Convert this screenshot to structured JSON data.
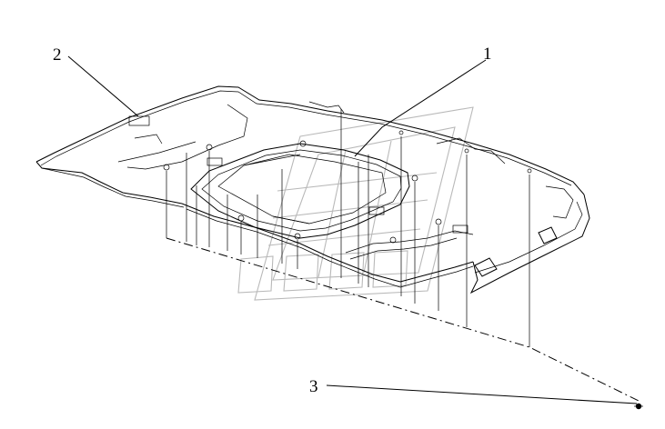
{
  "callouts": [
    {
      "id": "callout-1",
      "label": "1"
    },
    {
      "id": "callout-2",
      "label": "2"
    },
    {
      "id": "callout-3",
      "label": "3"
    }
  ],
  "colors": {
    "line": "#000000",
    "watermark": "#b9b9b9",
    "background": "#ffffff"
  }
}
